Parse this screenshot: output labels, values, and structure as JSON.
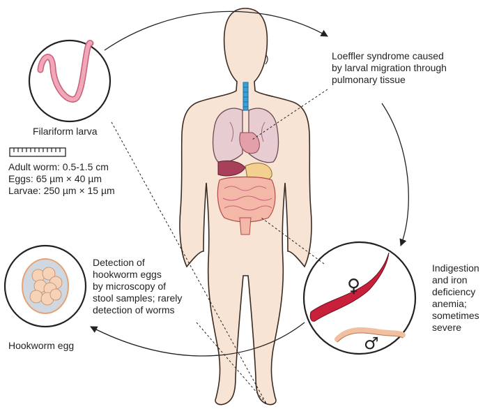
{
  "labels": {
    "filariform_larva": "Filariform larva",
    "size_adult": "Adult worm: 0.5-1.5 cm",
    "size_eggs": "Eggs: 65 µm × 40 µm",
    "size_larvae": "Larvae: 250 µm × 15 µm",
    "loeffler": "Loeffler syndrome caused\nby larval migration through\npulmonary tissue",
    "indigestion": "Indigestion\nand iron\ndeficiency\nanemia;\nsometimes\nsevere",
    "detection": "Detection of\nhookworm eggs\nby microscopy of\nstool samples; rarely\ndetection of worms",
    "hookworm_egg": "Hookworm egg",
    "female_symbol": "♀",
    "male_symbol": "♂"
  },
  "colors": {
    "skin": "#f8e4d4",
    "skin_outline": "#3a2a22",
    "lung": "#e7ccd2",
    "trachea": "#3aa0d8",
    "intestine": "#f3b8a8",
    "worm_female": "#c8203a",
    "worm_male": "#f0c0a0",
    "larva": "#e58ca0",
    "egg_fill": "#cfd8e0",
    "egg_cells": "#f6d2b6"
  }
}
